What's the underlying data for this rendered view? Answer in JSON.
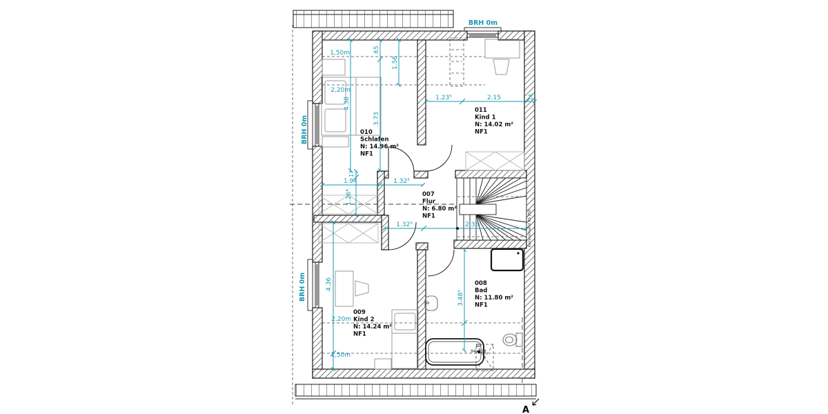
{
  "plan": {
    "rooms": [
      {
        "number": "010",
        "name": "Schlafen",
        "area": "N: 14.96 m²",
        "usage": "NF1"
      },
      {
        "number": "011",
        "name": "Kind 1",
        "area": "N: 14.02 m²",
        "usage": "NF1"
      },
      {
        "number": "007",
        "name": "Flur",
        "area": "N: 6.80 m²",
        "usage": "NF1"
      },
      {
        "number": "008",
        "name": "Bad",
        "area": "N: 11.80 m²",
        "usage": "NF1"
      },
      {
        "number": "009",
        "name": "Kind 2",
        "area": "N: 14.24 m²",
        "usage": "NF1"
      }
    ],
    "sills": {
      "top": "BRH 0m",
      "left_upper": "BRH 0m",
      "left_lower": "BRH 0m"
    },
    "dims": {
      "h150_top": "1,50m",
      "v65": "65",
      "v156": "1.56",
      "h220_top": "2,20m",
      "v438": "4.38",
      "v373": "3.73",
      "h1235": "1.23⁵",
      "h215": "2.15",
      "v24": "24",
      "h194": "1.94",
      "h1325a": "1.32⁵",
      "v17": "17",
      "v1264": "1.26⁴",
      "h1325b": "1.32⁵",
      "h2365": "2.36⁵",
      "v436": "4.36",
      "v3485": "3.48⁵",
      "h220_bot": "2,20m",
      "h150_bot": "1,50m"
    },
    "annotations": {
      "skylight": "DF",
      "skylight_size": "94x118",
      "shaft": "Kaminschacht RS 250",
      "section_marker": "A"
    },
    "colors": {
      "dimension": "#1799b4",
      "wall": "#1a1a1a",
      "furniture": "#9a9a9a"
    }
  }
}
